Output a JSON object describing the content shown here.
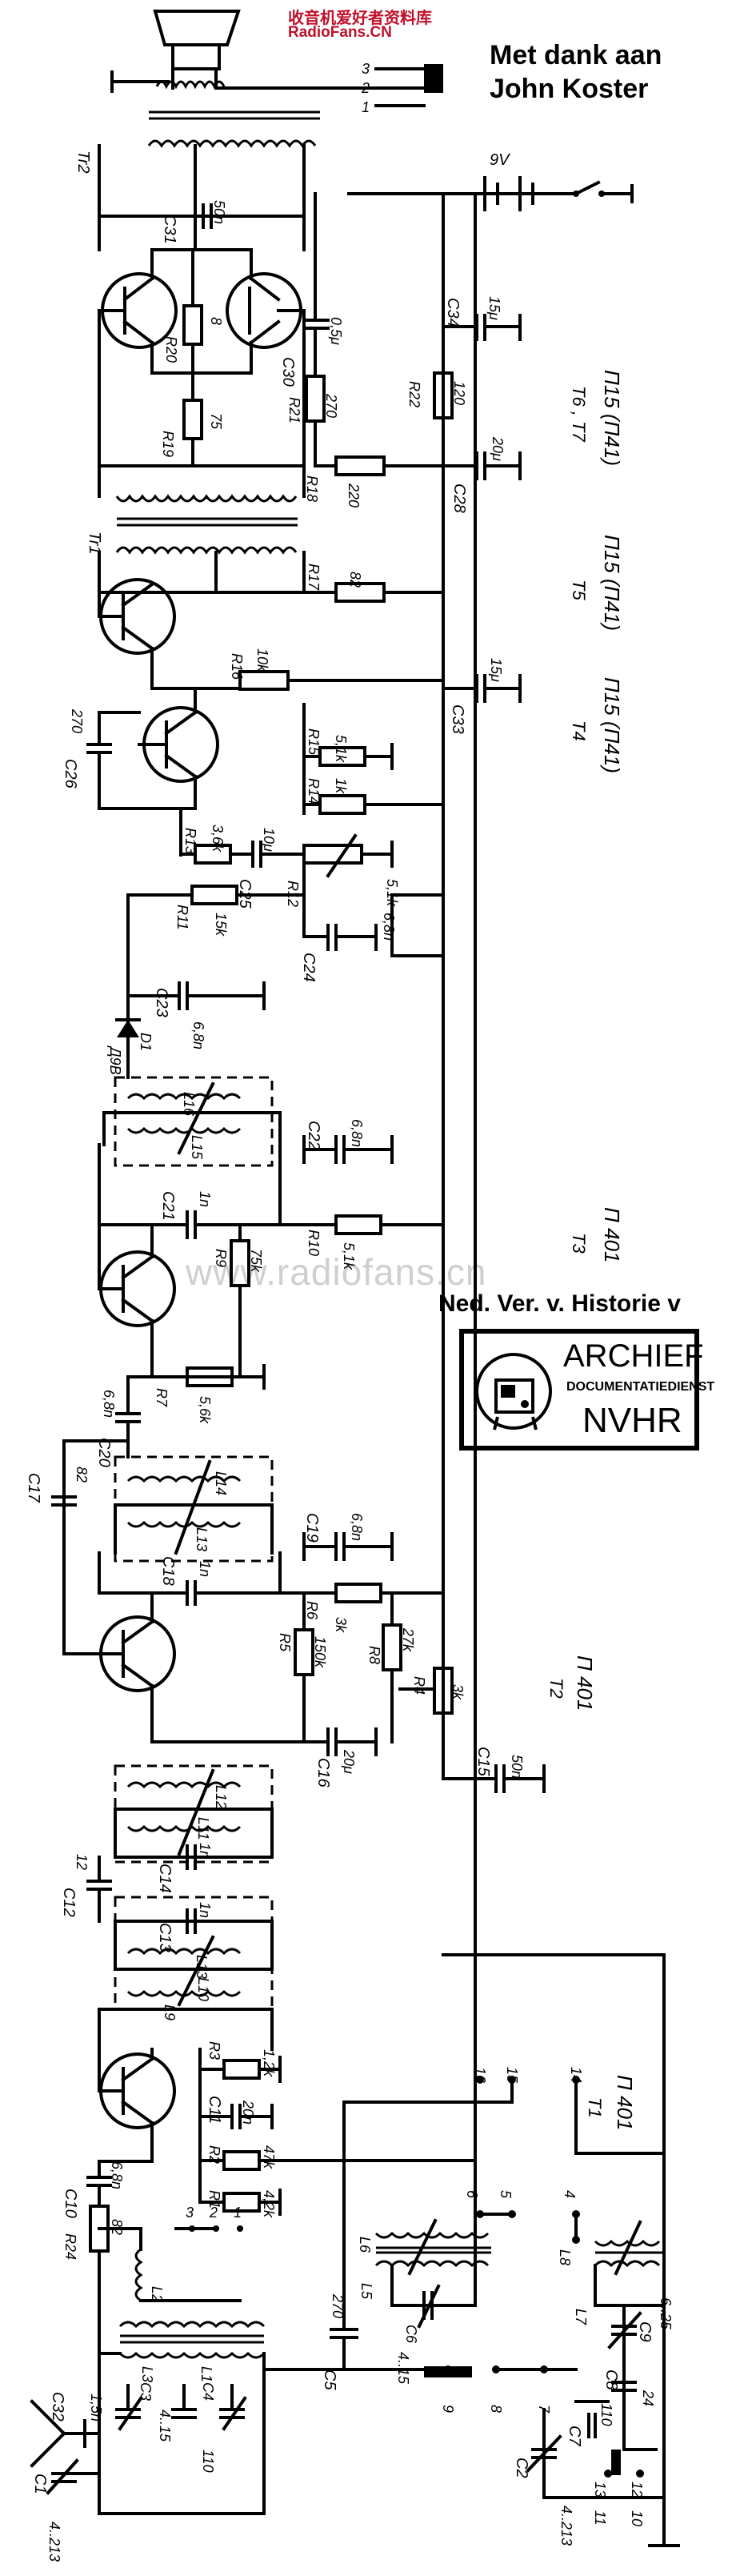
{
  "header": {
    "site": "收音机爱好者资料库",
    "site_en": "RadioFans.CN",
    "thanks_line1": "Met dank aan",
    "thanks_line2": "John Koster",
    "society": "Ned. Ver. v. Historie v"
  },
  "watermark": "www.radiofans.cn",
  "stamp": {
    "title": "ARCHIEF",
    "subtitle": "DOCUMENTATIEDIENST",
    "org": "NVHR"
  },
  "supply": {
    "battery": "9V"
  },
  "transistors": [
    {
      "id": "tr67",
      "type": "П15 (П41)",
      "ref": "T6 , T7"
    },
    {
      "id": "tr5",
      "type": "П15 (П41)",
      "ref": "T5"
    },
    {
      "id": "tr4",
      "type": "П15 (П41)",
      "ref": "T4"
    },
    {
      "id": "tr3",
      "type": "П 401",
      "ref": "T3"
    },
    {
      "id": "tr2",
      "type": "П 401",
      "ref": "T2"
    },
    {
      "id": "tr1",
      "type": "П 401",
      "ref": "T1"
    }
  ],
  "components": {
    "Tr2": "Tr2",
    "Tr1": "Tr1",
    "C31": "C31",
    "C31v": "50n",
    "C30": "C30",
    "C30v": "0,5μ",
    "C34": "C34",
    "C34v": "15μ",
    "C28": "C28",
    "C28v": "20μ",
    "C33": "C33",
    "C33v": "15μ",
    "C26": "C26",
    "C26v": "270",
    "C25": "C25",
    "C25v": "10μ",
    "C24": "C24",
    "C24v": "6,8n",
    "C23": "C23",
    "C23v": "6,8n",
    "C22": "C22",
    "C22v": "6,8n",
    "C21": "C21",
    "C21v": "1n",
    "C20": "C20",
    "C20v": "6,8n",
    "C19": "C19",
    "C19v": "6,8n",
    "C18": "C18",
    "C18v": "1n",
    "C17": "C17",
    "C17v": "82",
    "C16": "C16",
    "C16v": "20μ",
    "C15": "C15",
    "C15v": "50n",
    "C14": "C14",
    "C14v": "1n",
    "C13": "C13",
    "C13v": "1n",
    "C12": "C12",
    "C12v": "12",
    "C11": "C11",
    "C11v": "20n",
    "C10": "C10",
    "C10v": "6,8n",
    "C9": "C9",
    "C9v": "6..25",
    "C8": "C8",
    "C8v": "24",
    "C7": "C7",
    "C7v": "110",
    "C6": "C6",
    "C6v": "4..15",
    "C5": "C5",
    "C5v": "270",
    "C32": "C32",
    "C32v": "1,5n",
    "C3": "C3",
    "C3v": "4..15",
    "C4": "C4",
    "C4v": "110",
    "C2": "C2",
    "C2v": "4..213",
    "C1": "C1",
    "C1v": "4..213",
    "R22": "R22",
    "R22v": "120",
    "R21": "R21",
    "R21v": "270",
    "R20": "R20",
    "R20v": "8",
    "R19": "R19",
    "R19v": "75",
    "R18": "R18",
    "R18v": "220",
    "R17": "R17",
    "R17v": "82",
    "R16": "R16",
    "R16v": "10k",
    "R15": "R15",
    "R15v": "5,1k",
    "R14": "R14",
    "R14v": "1k",
    "R13": "R13",
    "R13v": "3,6k",
    "R12": "R12",
    "R12v": "5,1k",
    "R11": "R11",
    "R11v": "15k",
    "R10": "R10",
    "R10v": "5,1k",
    "R9": "R9",
    "R9v": "75k",
    "R7": "R7",
    "R7v": "5,6k",
    "R6": "R6",
    "R6v": "3k",
    "R5": "R5",
    "R5v": "150k",
    "R8": "R8",
    "R8v": "27k",
    "R4": "R4",
    "R4v": "3k",
    "R3": "R3",
    "R3v": "1,2k",
    "R2": "R2",
    "R2v": "47k",
    "R1": "R1",
    "R1v": "4,2k",
    "R24": "R24",
    "R24v": "82",
    "D1": "D1",
    "D1v": "Д9В",
    "L16": "L16",
    "L15": "L15",
    "L14": "L14",
    "L13": "L13",
    "L12": "L12",
    "L11": "L11",
    "L10": "L10",
    "L9": "L9",
    "L8": "L8",
    "L7": "L7",
    "L6": "L6",
    "L5": "L5",
    "L4": "L4",
    "L3": "L3",
    "L2": "L2",
    "L1": "L1"
  },
  "terminals": {
    "spk": [
      "3",
      "2",
      "1"
    ],
    "sw_top": [
      "16",
      "15",
      "14"
    ],
    "sw_mid": [
      "6",
      "5",
      "4"
    ],
    "sw_bot": [
      "9",
      "8",
      "7"
    ],
    "sw_l2": [
      "3",
      "2",
      "1"
    ],
    "sw_l7": [
      "13",
      "12",
      "11",
      "10"
    ]
  }
}
